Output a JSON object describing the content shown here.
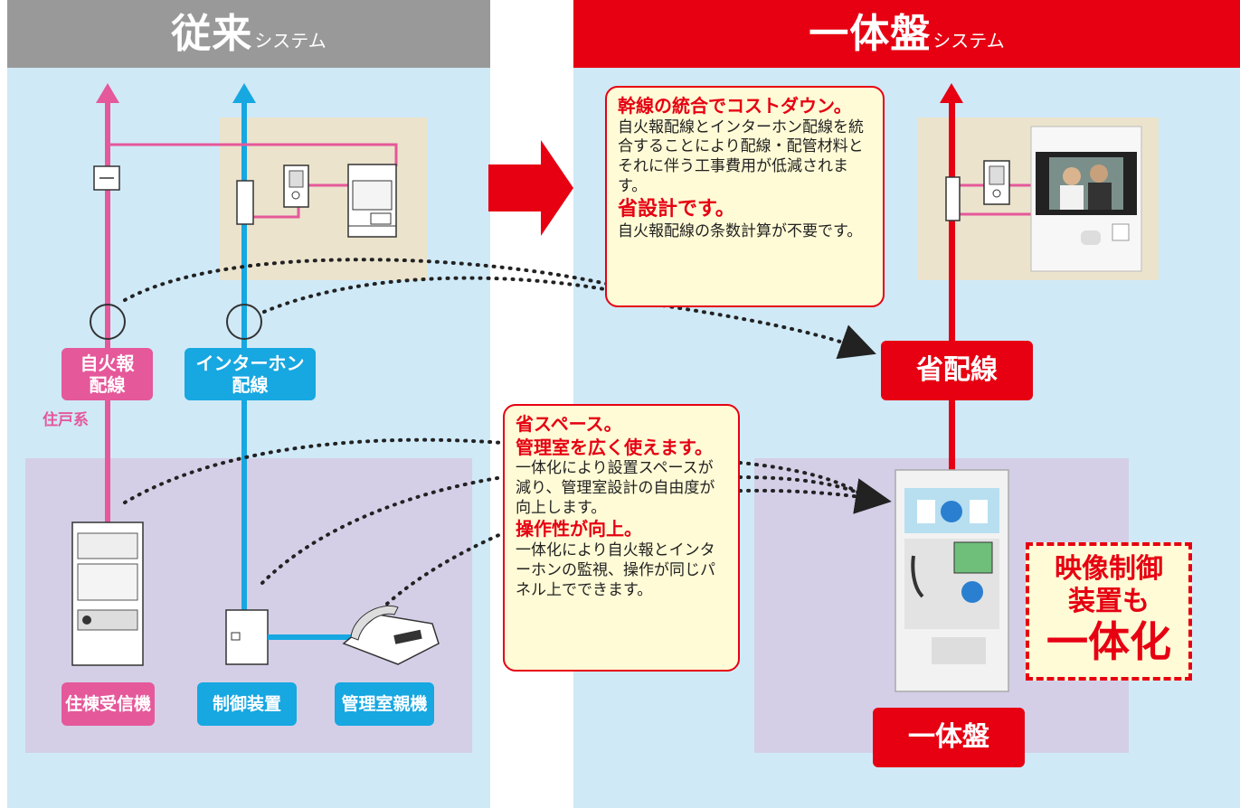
{
  "conventional": {
    "title_main": "従来",
    "title_sub": "システム",
    "wire_fire_line1": "自火報",
    "wire_fire_line2": "配線",
    "wire_fire_sub": "住戸系",
    "wire_intercom_line1": "インターホン",
    "wire_intercom_line2": "配線",
    "device_receiver": "住棟受信機",
    "device_control": "制御装置",
    "device_master": "管理室親機"
  },
  "integrated": {
    "title_main": "一体盤",
    "title_sub": "システム",
    "wire_label": "省配線",
    "panel_label": "一体盤",
    "video_badge_line1": "映像制御",
    "video_badge_line2": "装置も",
    "video_badge_line3": "一体化"
  },
  "callout_top": {
    "head1": "幹線の統合でコストダウン。",
    "body1": "自火報配線とインターホン配線を統合することにより配線・配管材料とそれに伴う工事費用が低減されます。",
    "head2": "省設計です。",
    "body2": "自火報配線の条数計算が不要です。"
  },
  "callout_mid": {
    "head1": "省スペース。",
    "head2": "管理室を広く使えます。",
    "body1": "一体化により設置スペースが減り、管理室設計の自由度が向上します。",
    "head3": "操作性が向上。",
    "body2": "一体化により自火報とインターホンの監視、操作が同じパネル上でできます。"
  },
  "colors": {
    "accent_red": "#e60012",
    "fire_pink": "#e5589a",
    "intercom_blue": "#17a7e1",
    "header_gray": "#999999",
    "panel_blue": "#cfe9f7"
  }
}
